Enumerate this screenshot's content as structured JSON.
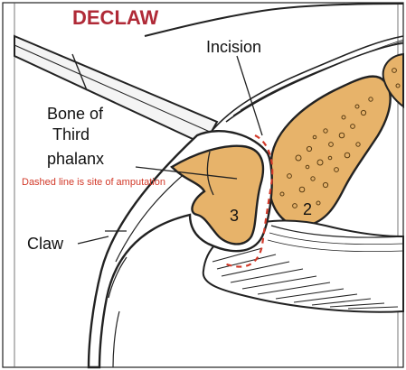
{
  "diagram": {
    "title": "DECLAW",
    "labels": {
      "incision": "Incision",
      "bone_line1": "Bone of",
      "bone_line2": "Third",
      "bone_line3": "phalanx",
      "dashed_note": "Dashed line is site of amputation",
      "claw": "Claw",
      "bone_number_3": "3",
      "bone_number_2": "2"
    },
    "colors": {
      "title": "#b02a37",
      "dashed_line": "#d23a2a",
      "bone_fill": "#e7b36a",
      "outline": "#222222",
      "text": "#111111",
      "background": "#ffffff"
    }
  }
}
